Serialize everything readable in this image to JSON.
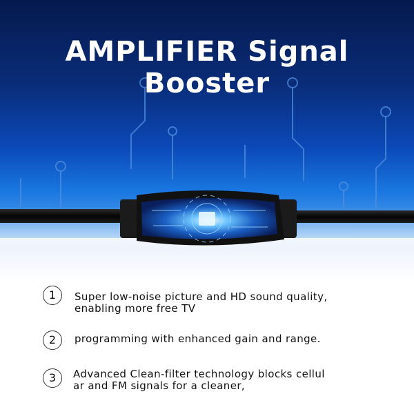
{
  "title": {
    "line1": "AMPLIFIER Signal",
    "line2": "Booster"
  },
  "features": [
    {
      "number": "1",
      "line1": "Super low-noise picture and HD sound quality,",
      "line2": "enabling more free TV"
    },
    {
      "number": "2",
      "line1": "programming with enhanced gain and range.",
      "line2": ""
    },
    {
      "number": "3",
      "line1": "Advanced Clean-filter technology blocks cellul",
      "line2": "ar and FM signals for a cleaner,"
    }
  ],
  "colors": {
    "hero_dark": "#051a4d",
    "hero_light": "#1976e0",
    "text": "#111111"
  }
}
